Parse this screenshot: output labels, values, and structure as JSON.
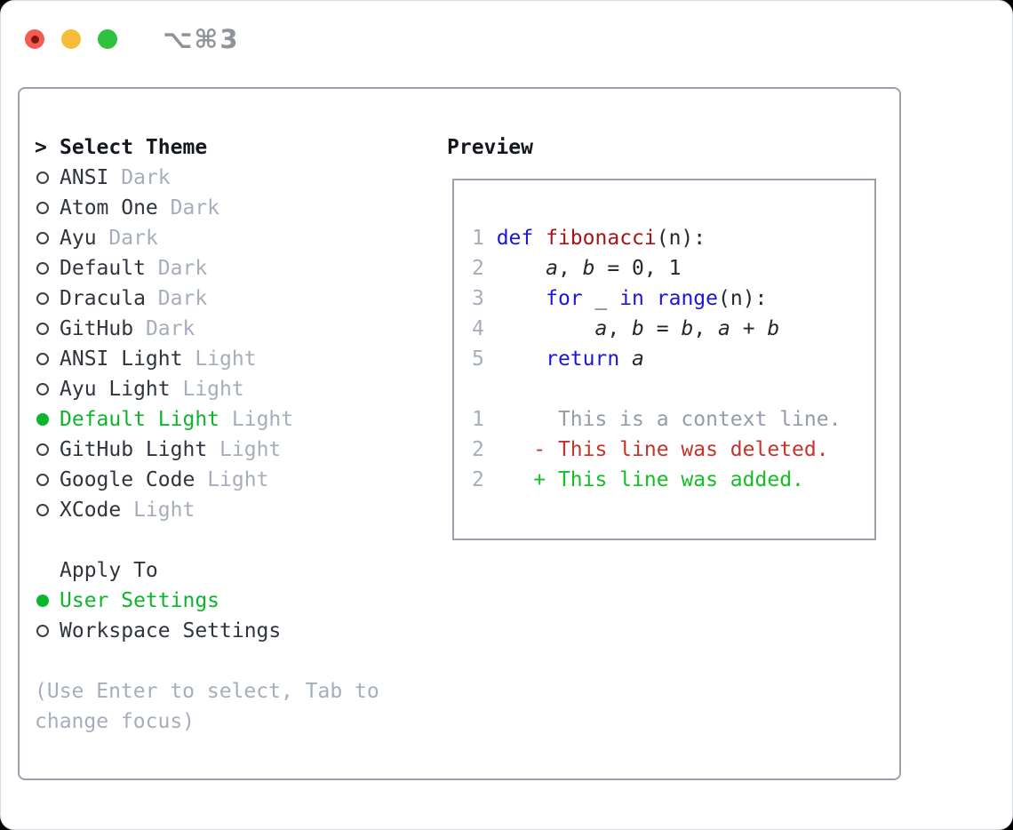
{
  "window": {
    "title": "⌥⌘3"
  },
  "colors": {
    "accent_green": "#0db52c",
    "keyword_blue": "#1a16d9",
    "function_red": "#a81414",
    "deleted_red": "#c3342a",
    "added_green": "#12c022",
    "muted_gray": "#a6aebb",
    "context_gray": "#959ca7",
    "text_dark": "#30353d",
    "border_gray": "#9aa1ad",
    "traffic_red": "#f45c52",
    "traffic_yellow": "#f6bd3a",
    "traffic_green": "#2ec23e"
  },
  "theme_selector": {
    "pointer": ">",
    "header": "Select Theme",
    "items": [
      {
        "name": "ANSI",
        "variant": "Dark",
        "selected": false
      },
      {
        "name": "Atom One",
        "variant": "Dark",
        "selected": false
      },
      {
        "name": "Ayu",
        "variant": "Dark",
        "selected": false
      },
      {
        "name": "Default",
        "variant": "Dark",
        "selected": false
      },
      {
        "name": "Dracula",
        "variant": "Dark",
        "selected": false
      },
      {
        "name": "GitHub",
        "variant": "Dark",
        "selected": false
      },
      {
        "name": "ANSI Light",
        "variant": "Light",
        "selected": false
      },
      {
        "name": "Ayu Light",
        "variant": "Light",
        "selected": false
      },
      {
        "name": "Default Light",
        "variant": "Light",
        "selected": true
      },
      {
        "name": "GitHub Light",
        "variant": "Light",
        "selected": false
      },
      {
        "name": "Google Code",
        "variant": "Light",
        "selected": false
      },
      {
        "name": "XCode",
        "variant": "Light",
        "selected": false
      }
    ]
  },
  "apply_to": {
    "header": "Apply To",
    "options": [
      {
        "label": "User Settings",
        "selected": true
      },
      {
        "label": "Workspace Settings",
        "selected": false
      }
    ]
  },
  "help": {
    "lines": [
      "(Use Enter to select, Tab to",
      "change focus)"
    ]
  },
  "preview": {
    "header": "Preview",
    "code_lines": [
      {
        "num": "1",
        "segments": [
          {
            "t": "def",
            "c": "kw"
          },
          {
            "t": " ",
            "c": "pl"
          },
          {
            "t": "fibonacci",
            "c": "fn"
          },
          {
            "t": "(n):",
            "c": "pl"
          }
        ]
      },
      {
        "num": "2",
        "segments": [
          {
            "t": "    ",
            "c": "pl"
          },
          {
            "t": "a",
            "c": "var"
          },
          {
            "t": ", ",
            "c": "pl"
          },
          {
            "t": "b",
            "c": "var"
          },
          {
            "t": " = 0, 1",
            "c": "pl"
          }
        ]
      },
      {
        "num": "3",
        "segments": [
          {
            "t": "    ",
            "c": "pl"
          },
          {
            "t": "for",
            "c": "kw"
          },
          {
            "t": " _ ",
            "c": "pl"
          },
          {
            "t": "in",
            "c": "kw"
          },
          {
            "t": " ",
            "c": "pl"
          },
          {
            "t": "range",
            "c": "kw"
          },
          {
            "t": "(n):",
            "c": "pl"
          }
        ]
      },
      {
        "num": "4",
        "segments": [
          {
            "t": "        ",
            "c": "pl"
          },
          {
            "t": "a",
            "c": "var"
          },
          {
            "t": ", ",
            "c": "pl"
          },
          {
            "t": "b",
            "c": "var"
          },
          {
            "t": " = ",
            "c": "pl"
          },
          {
            "t": "b",
            "c": "var"
          },
          {
            "t": ", ",
            "c": "pl"
          },
          {
            "t": "a",
            "c": "var"
          },
          {
            "t": " + ",
            "c": "pl"
          },
          {
            "t": "b",
            "c": "var"
          }
        ]
      },
      {
        "num": "5",
        "segments": [
          {
            "t": "    ",
            "c": "pl"
          },
          {
            "t": "return",
            "c": "kw"
          },
          {
            "t": " ",
            "c": "pl"
          },
          {
            "t": "a",
            "c": "var"
          }
        ]
      }
    ],
    "diff_lines": [
      {
        "num": "1",
        "type": "context",
        "text": "      This is a context line."
      },
      {
        "num": "2",
        "type": "deleted",
        "text": "    - This line was deleted."
      },
      {
        "num": "2",
        "type": "added",
        "text": "    + This line was added."
      }
    ]
  }
}
